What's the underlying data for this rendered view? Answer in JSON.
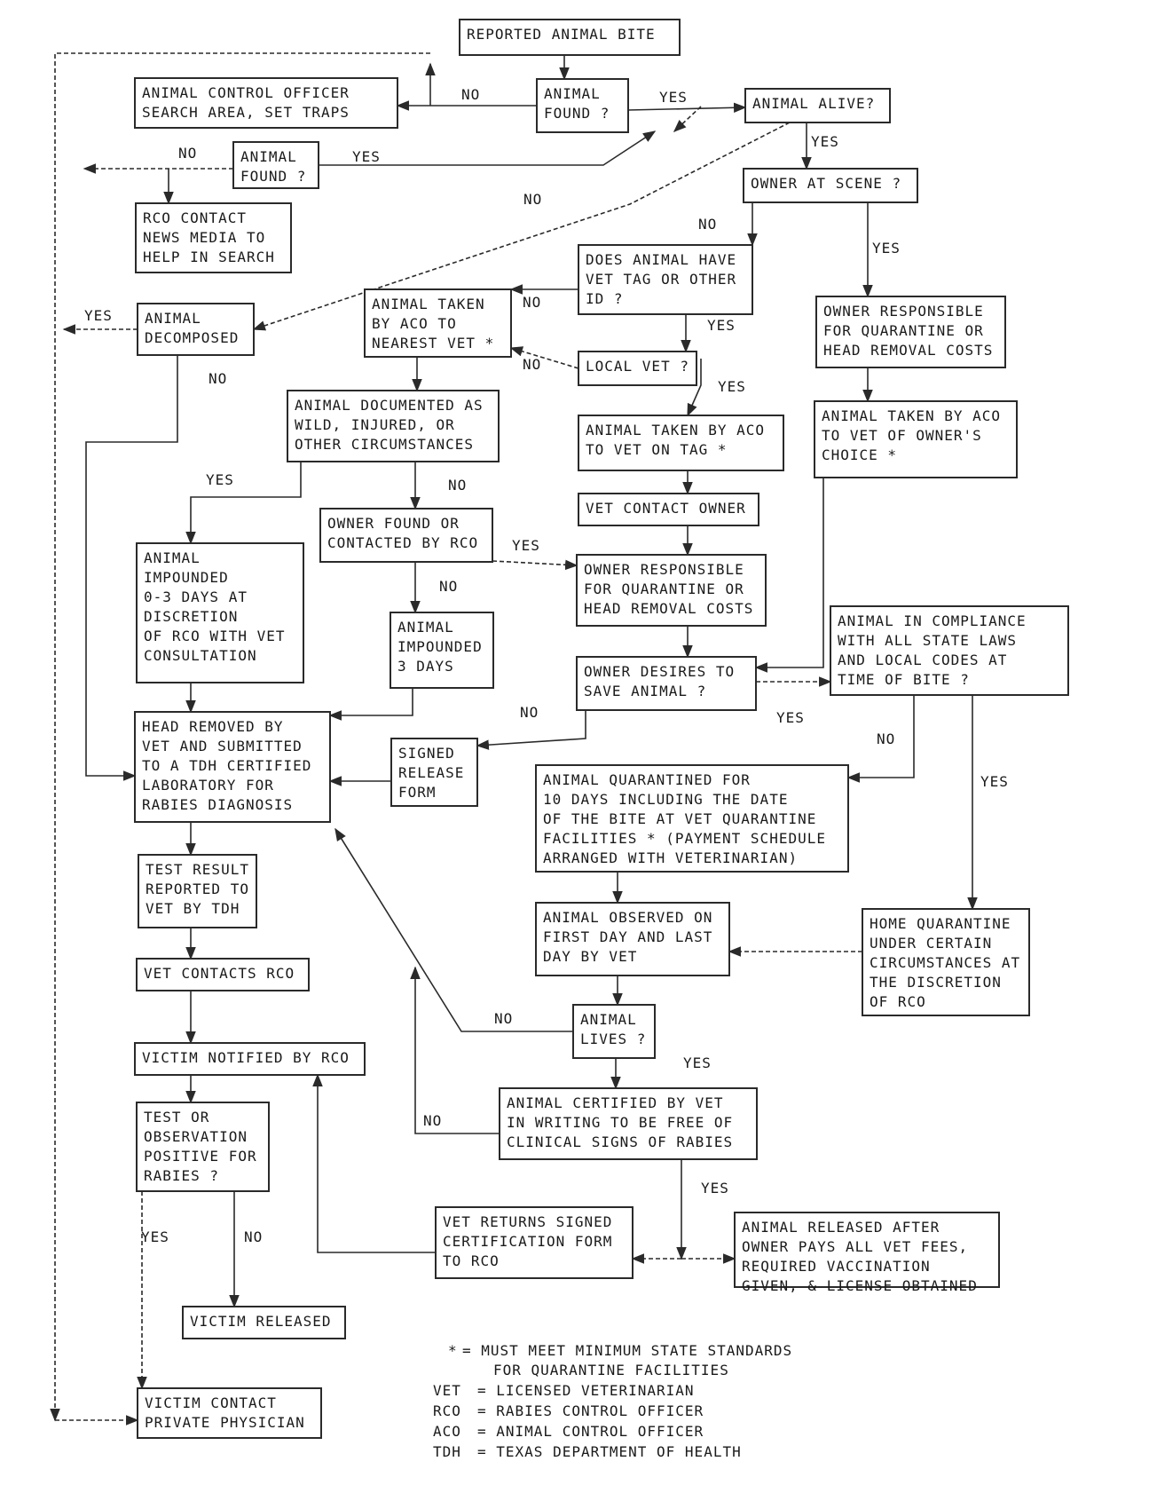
{
  "nodes": [
    {
      "id": "reported_bite",
      "lines": [
        "REPORTED ANIMAL BITE"
      ]
    },
    {
      "id": "aco_search",
      "lines": [
        "ANIMAL CONTROL OFFICER",
        "SEARCH  AREA, SET TRAPS"
      ]
    },
    {
      "id": "animal_found_1",
      "lines": [
        "ANIMAL",
        "FOUND ?"
      ]
    },
    {
      "id": "animal_alive",
      "lines": [
        "ANIMAL ALIVE?"
      ]
    },
    {
      "id": "animal_found_2",
      "lines": [
        "ANIMAL",
        "FOUND ?"
      ]
    },
    {
      "id": "rco_news",
      "lines": [
        "RCO CONTACT",
        "NEWS MEDIA TO",
        "HELP IN SEARCH"
      ]
    },
    {
      "id": "owner_at_scene",
      "lines": [
        "OWNER AT SCENE ?"
      ]
    },
    {
      "id": "vet_tag",
      "lines": [
        "DOES ANIMAL HAVE",
        "VET TAG OR OTHER",
        "ID ?"
      ]
    },
    {
      "id": "owner_resp_1",
      "lines": [
        "OWNER RESPONSIBLE",
        "FOR QUARANTINE OR",
        "HEAD REMOVAL COSTS"
      ]
    },
    {
      "id": "taken_nearest_vet",
      "lines": [
        "ANIMAL TAKEN",
        "BY ACO TO",
        "NEAREST VET *"
      ]
    },
    {
      "id": "animal_decomposed",
      "lines": [
        "ANIMAL",
        "DECOMPOSED"
      ]
    },
    {
      "id": "local_vet",
      "lines": [
        "LOCAL VET ?"
      ]
    },
    {
      "id": "documented",
      "lines": [
        "ANIMAL DOCUMENTED AS",
        "WILD, INJURED, OR",
        "OTHER CIRCUMSTANCES"
      ]
    },
    {
      "id": "taken_vet_on_tag",
      "lines": [
        "ANIMAL TAKEN BY ACO",
        "TO VET ON TAG *"
      ]
    },
    {
      "id": "taken_owner_choice",
      "lines": [
        "ANIMAL TAKEN BY ACO",
        "TO VET OF OWNER'S",
        "CHOICE *"
      ]
    },
    {
      "id": "vet_contact_owner",
      "lines": [
        "VET CONTACT OWNER"
      ]
    },
    {
      "id": "owner_found",
      "lines": [
        "OWNER FOUND OR",
        "CONTACTED BY RCO"
      ]
    },
    {
      "id": "impounded_0_3",
      "lines": [
        "ANIMAL",
        "IMPOUNDED",
        "0-3 DAYS AT",
        "DISCRETION",
        "OF RCO WITH VET",
        "CONSULTATION"
      ]
    },
    {
      "id": "owner_resp_2",
      "lines": [
        "OWNER RESPONSIBLE",
        "FOR QUARANTINE OR",
        "HEAD REMOVAL COSTS"
      ]
    },
    {
      "id": "impounded_3",
      "lines": [
        "ANIMAL",
        "IMPOUNDED",
        "3 DAYS"
      ]
    },
    {
      "id": "compliance",
      "lines": [
        "ANIMAL IN COMPLIANCE",
        "WITH ALL STATE LAWS",
        "AND LOCAL CODES AT",
        "TIME OF BITE ?"
      ]
    },
    {
      "id": "owner_desires",
      "lines": [
        "OWNER DESIRES TO",
        "SAVE ANIMAL ?"
      ]
    },
    {
      "id": "head_removed",
      "lines": [
        "HEAD REMOVED BY",
        "VET AND SUBMITTED",
        "TO A TDH CERTIFIED",
        "LABORATORY FOR",
        "RABIES DIAGNOSIS"
      ]
    },
    {
      "id": "signed_release",
      "lines": [
        "SIGNED",
        "RELEASE",
        "FORM"
      ]
    },
    {
      "id": "quarantined",
      "lines": [
        "ANIMAL QUARANTINED FOR",
        "10 DAYS INCLUDING THE DATE",
        "OF THE BITE AT VET QUARANTINE",
        "FACILITIES * (PAYMENT SCHEDULE",
        "ARRANGED WITH VETERINARIAN)"
      ]
    },
    {
      "id": "test_result",
      "lines": [
        "TEST RESULT",
        "REPORTED TO",
        "VET BY TDH"
      ]
    },
    {
      "id": "observed",
      "lines": [
        "ANIMAL OBSERVED ON",
        "FIRST DAY AND LAST",
        "DAY BY VET"
      ]
    },
    {
      "id": "home_quarantine",
      "lines": [
        "HOME QUARANTINE",
        "UNDER CERTAIN",
        "CIRCUMSTANCES AT",
        "THE DISCRETION",
        "OF RCO"
      ]
    },
    {
      "id": "vet_contacts_rco",
      "lines": [
        "VET CONTACTS RCO"
      ]
    },
    {
      "id": "animal_lives",
      "lines": [
        "ANIMAL",
        "LIVES ?"
      ]
    },
    {
      "id": "victim_notified",
      "lines": [
        "VICTIM NOTIFIED BY RCO"
      ]
    },
    {
      "id": "certified",
      "lines": [
        "ANIMAL CERTIFIED BY VET",
        "IN WRITING TO BE FREE OF",
        "CLINICAL SIGNS OF RABIES"
      ]
    },
    {
      "id": "test_positive",
      "lines": [
        "TEST OR",
        "OBSERVATION",
        "POSITIVE FOR",
        "RABIES ?"
      ]
    },
    {
      "id": "vet_returns",
      "lines": [
        "VET RETURNS SIGNED",
        "CERTIFICATION FORM",
        "TO RCO"
      ]
    },
    {
      "id": "animal_released",
      "lines": [
        "ANIMAL RELEASED AFTER",
        "OWNER PAYS ALL VET FEES,",
        "REQUIRED VACCINATION",
        "GIVEN, & LICENSE OBTAINED"
      ]
    },
    {
      "id": "victim_released",
      "lines": [
        "VICTIM RELEASED"
      ]
    },
    {
      "id": "victim_physician",
      "lines": [
        "VICTIM CONTACT",
        "PRIVATE PHYSICIAN"
      ]
    }
  ],
  "edge_labels": [
    {
      "id": "no_found1",
      "text": "NO"
    },
    {
      "id": "yes_found1",
      "text": "YES"
    },
    {
      "id": "no_found2",
      "text": "NO"
    },
    {
      "id": "yes_found2",
      "text": "YES"
    },
    {
      "id": "yes_alive",
      "text": "YES"
    },
    {
      "id": "no_alive",
      "text": "NO"
    },
    {
      "id": "no_scene",
      "text": "NO"
    },
    {
      "id": "yes_scene",
      "text": "YES"
    },
    {
      "id": "no_tag",
      "text": "NO"
    },
    {
      "id": "yes_tag",
      "text": "YES"
    },
    {
      "id": "yes_decomposed",
      "text": "YES"
    },
    {
      "id": "no_decomposed",
      "text": "NO"
    },
    {
      "id": "no_localvet",
      "text": "NO"
    },
    {
      "id": "yes_localvet",
      "text": "YES"
    },
    {
      "id": "yes_documented",
      "text": "YES"
    },
    {
      "id": "no_documented",
      "text": "NO"
    },
    {
      "id": "yes_ownerfound",
      "text": "YES"
    },
    {
      "id": "no_ownerfound",
      "text": "NO"
    },
    {
      "id": "no_desires",
      "text": "NO"
    },
    {
      "id": "yes_desires",
      "text": "YES"
    },
    {
      "id": "no_compliance",
      "text": "NO"
    },
    {
      "id": "yes_compliance",
      "text": "YES"
    },
    {
      "id": "no_lives",
      "text": "NO"
    },
    {
      "id": "yes_lives",
      "text": "YES"
    },
    {
      "id": "no_certified",
      "text": "NO"
    },
    {
      "id": "yes_certified",
      "text": "YES"
    },
    {
      "id": "yes_positive",
      "text": "YES"
    },
    {
      "id": "no_positive",
      "text": "NO"
    }
  ],
  "legend": [
    {
      "key": "*",
      "text": "= MUST MEET MINIMUM STATE STANDARDS"
    },
    {
      "key": "",
      "text": "FOR QUARANTINE FACILITIES"
    },
    {
      "key": "VET",
      "text": "= LICENSED VETERINARIAN"
    },
    {
      "key": "RCO",
      "text": "= RABIES CONTROL OFFICER"
    },
    {
      "key": "ACO",
      "text": "= ANIMAL CONTROL OFFICER"
    },
    {
      "key": "TDH",
      "text": "= TEXAS DEPARTMENT OF HEALTH"
    }
  ]
}
